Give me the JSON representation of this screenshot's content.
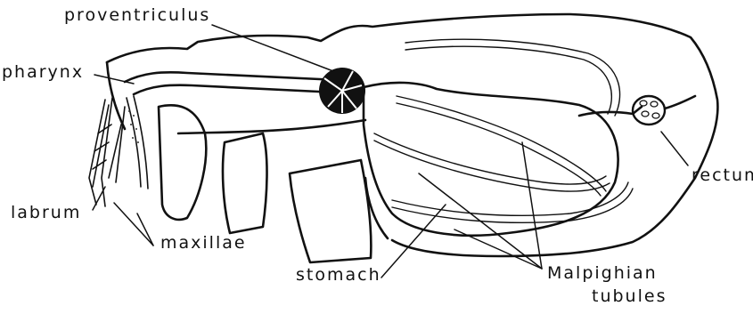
{
  "labels": {
    "proventriculus": "proventriculus",
    "pharynx": "pharynx",
    "labrum": "labrum",
    "maxillae": "maxillae",
    "stomach": "stomach",
    "malpighian_line1": "Malpighian",
    "malpighian_line2": "tubules",
    "rectum": "rectum"
  }
}
